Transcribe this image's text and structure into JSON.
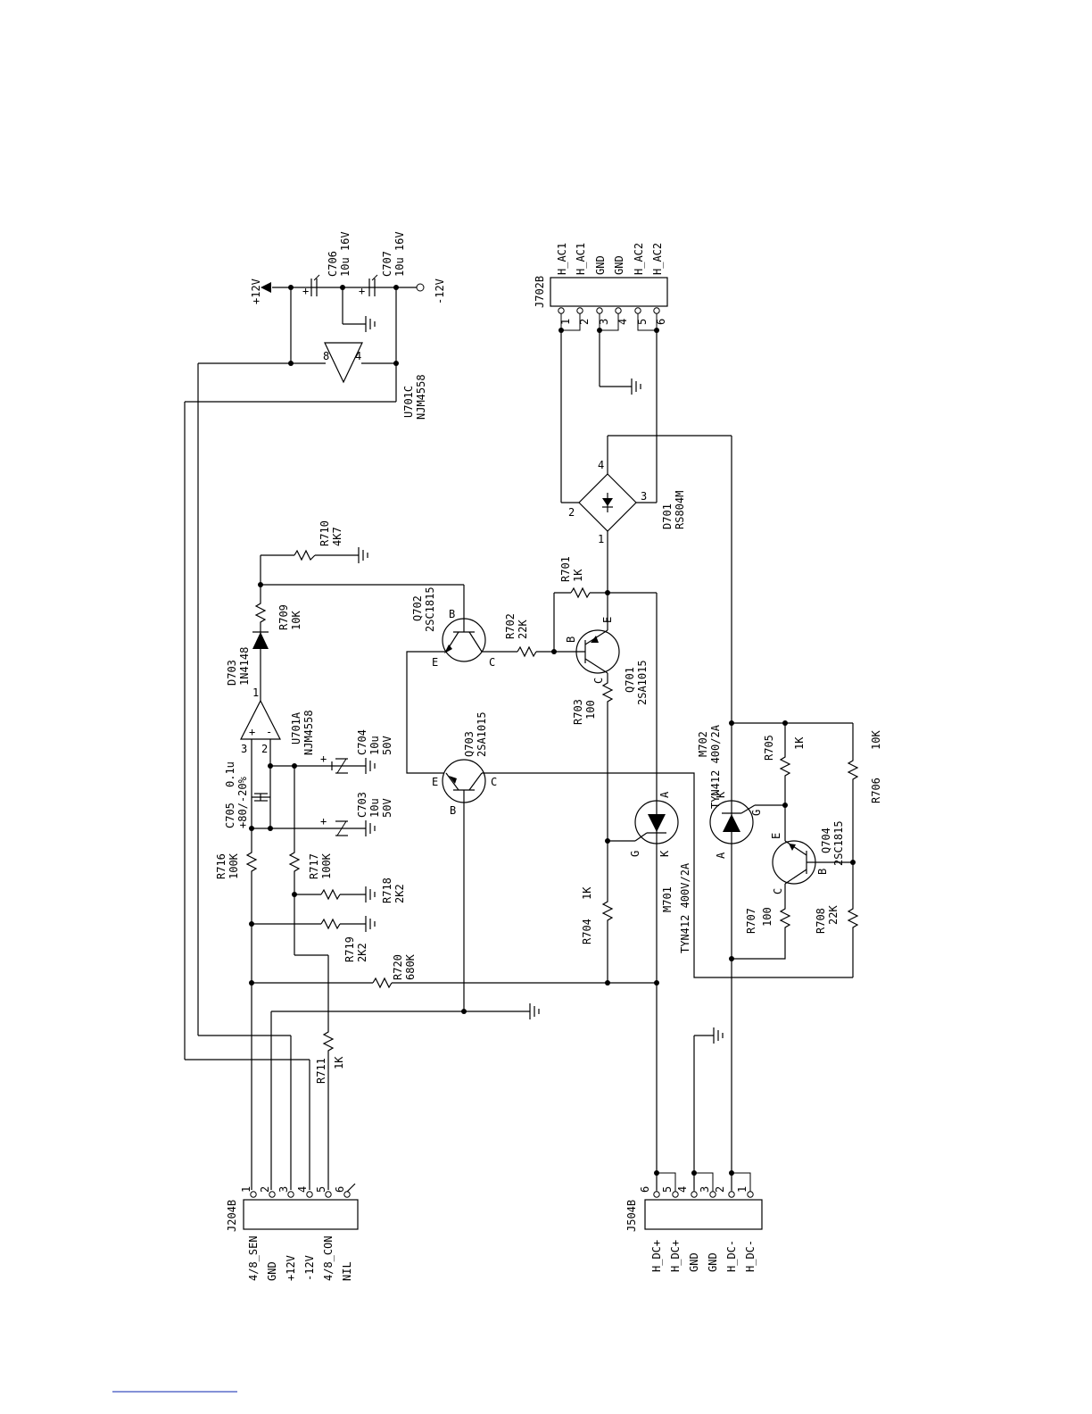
{
  "connectors": {
    "j204b": {
      "ref": "J204B",
      "pins": [
        "1",
        "2",
        "3",
        "4",
        "5",
        "6"
      ],
      "signals": [
        "4/8_SEN",
        "GND",
        "+12V",
        "-12V",
        "4/8_CON",
        "NIL"
      ]
    },
    "j504b": {
      "ref": "J504B",
      "pins": [
        "6",
        "5",
        "4",
        "3",
        "2",
        "1"
      ],
      "signals": [
        "H_DC+",
        "H_DC+",
        "GND",
        "GND",
        "H_DC-",
        "H_DC-"
      ]
    },
    "j702b": {
      "ref": "J702B",
      "pins": [
        "1",
        "2",
        "3",
        "4",
        "5",
        "6"
      ],
      "signals": [
        "H_AC1",
        "H_AC1",
        "GND",
        "GND",
        "H_AC2",
        "H_AC2"
      ]
    }
  },
  "power": {
    "pos": "+12V",
    "neg": "-12V"
  },
  "components": {
    "c706": {
      "ref": "C706",
      "value": "10u 16V",
      "pol": "+"
    },
    "c707": {
      "ref": "C707",
      "value": "10u 16V",
      "pol": "+"
    },
    "u701c": {
      "ref": "U701C",
      "part": "NJM4558",
      "pin_v": "8",
      "pin_g": "4"
    },
    "u701a": {
      "ref": "U701A",
      "part": "NJM4558",
      "pin_out": "1",
      "pin_inv": "2",
      "pin_non": "3",
      "plus": "+",
      "minus": "-"
    },
    "d701": {
      "ref": "D701",
      "part": "RS804M",
      "p1": "1",
      "p2": "2",
      "p3": "3",
      "p4": "4"
    },
    "r710": {
      "ref": "R710",
      "value": "4K7"
    },
    "r709": {
      "ref": "R709",
      "value": "10K"
    },
    "d703": {
      "ref": "D703",
      "part": "1N4148"
    },
    "q702": {
      "ref": "Q702",
      "part": "2SC1815",
      "b": "B",
      "c": "C",
      "e": "E"
    },
    "r702": {
      "ref": "R702",
      "value": "22K"
    },
    "r701": {
      "ref": "R701",
      "value": "1K"
    },
    "q701": {
      "ref": "Q701",
      "part": "2SA1015",
      "b": "B",
      "c": "C",
      "e": "E"
    },
    "r703": {
      "ref": "R703",
      "value": "100"
    },
    "q703": {
      "ref": "Q703",
      "part": "2SA1015",
      "b": "B",
      "c": "C",
      "e": "E"
    },
    "c705": {
      "ref": "C705",
      "value": "0.1u",
      "tol": "+80/-20%"
    },
    "c704": {
      "ref": "C704",
      "value": "10u",
      "volt": "50V",
      "pol": "+"
    },
    "c703": {
      "ref": "C703",
      "value": "10u",
      "volt": "50V",
      "pol": "+"
    },
    "r716": {
      "ref": "R716",
      "value": "100K"
    },
    "r717": {
      "ref": "R717",
      "value": "100K"
    },
    "r718": {
      "ref": "R718",
      "value": "2K2"
    },
    "r719": {
      "ref": "R719",
      "value": "2K2"
    },
    "r720": {
      "ref": "R720",
      "value": "680K"
    },
    "r711": {
      "ref": "R711",
      "value": "1K"
    },
    "r704": {
      "ref": "R704",
      "value": "1K"
    },
    "m701": {
      "ref": "M701",
      "part": "TYN412  400V/2A",
      "a": "A",
      "k": "K",
      "g": "G"
    },
    "m702": {
      "ref": "M702",
      "part": "TYN412  400/2A",
      "a": "A",
      "k": "K",
      "g": "G"
    },
    "r705": {
      "ref": "R705",
      "value": "1K"
    },
    "r706": {
      "ref": "R706",
      "value": "10K"
    },
    "q704": {
      "ref": "Q704",
      "part": "2SC1815",
      "b": "B",
      "c": "C",
      "e": "E"
    },
    "r707": {
      "ref": "R707",
      "value": "100"
    },
    "r708": {
      "ref": "R708",
      "value": "22K"
    }
  }
}
